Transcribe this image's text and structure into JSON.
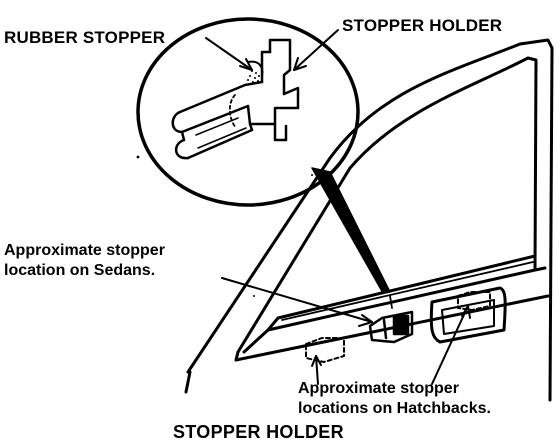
{
  "labels": {
    "rubber_stopper": "RUBBER STOPPER",
    "stopper_holder": "STOPPER HOLDER",
    "sedan_line1": "Approximate stopper",
    "sedan_line2": "location on Sedans.",
    "hatch_line1": "Approximate stopper",
    "hatch_line2": "locations on Hatchbacks.",
    "caption": "STOPPER HOLDER"
  },
  "colors": {
    "ink": "#000000",
    "paper": "#ffffff"
  }
}
